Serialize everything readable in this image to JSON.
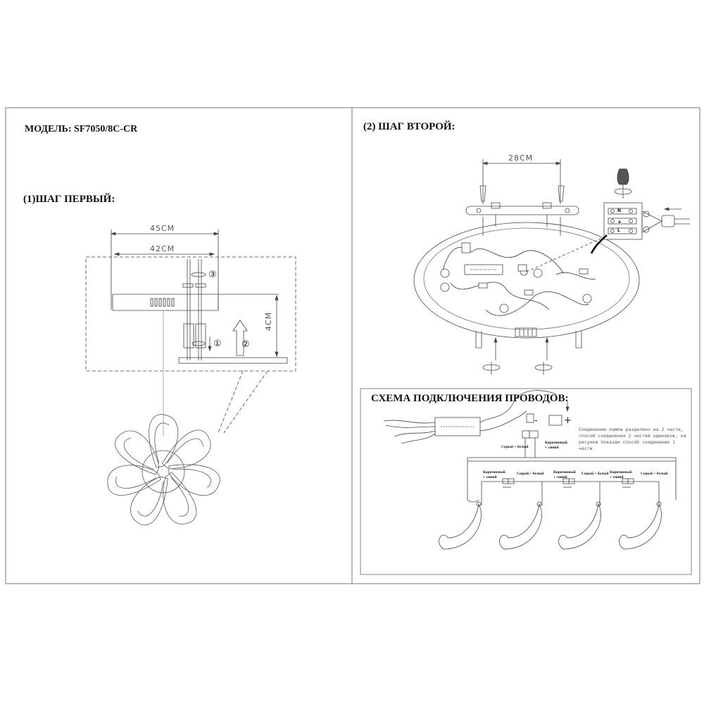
{
  "model_label": "МОДЕЛЬ: SF7050/8C-CR",
  "step_one": {
    "title": "(1)ШАГ ПЕРВЫЙ:",
    "dim_outer": "45CM",
    "dim_inner": "42CM",
    "dim_height": "4CM",
    "markers": [
      "①",
      "②",
      "③"
    ]
  },
  "step_two": {
    "title": "(2) ШАГ ВТОРОЙ:",
    "dim_bracket": "28CM",
    "terminals": [
      "N",
      "⏚",
      "L"
    ]
  },
  "wiring": {
    "title": "СХЕМА ПОДКЛЮЧЕНИЯ ПРОВОДОВ:",
    "note": "Соединение лампы разделено на 2 части, способ соединения 2 частей одинаков, на рисунке показан способ соединения 1 части",
    "wire_labels": [
      "Коричневый + синий",
      "Серый + белый",
      "Коричневый + синий",
      "Серый + белый",
      "Коричневый + синий",
      "Серый + белый",
      "Коричневый + синий",
      "Серый + белый"
    ],
    "minus_sign": "-",
    "plus_sign": "+"
  }
}
